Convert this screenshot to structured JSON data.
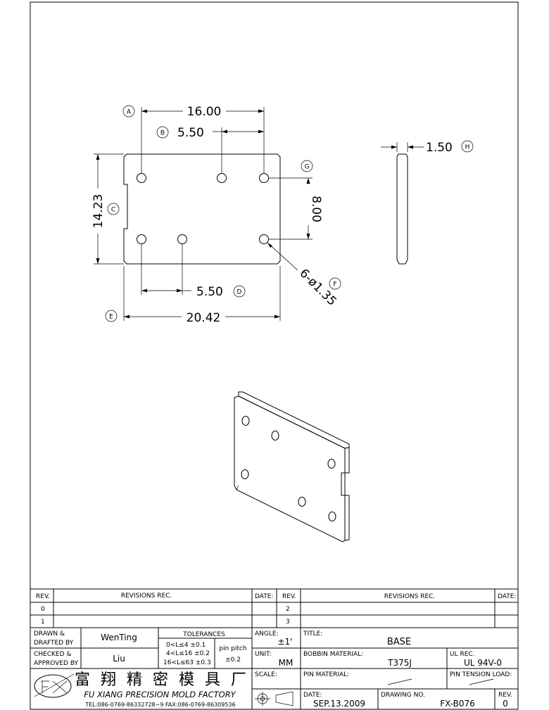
{
  "dimensions": {
    "top_width": "16.00",
    "pitch_top": "5.50",
    "height": "14.23",
    "pin_spacing_v": "8.00",
    "pitch_bottom": "5.50",
    "overall_width": "20.42",
    "thickness": "1.50",
    "holes": "6-ø1.35"
  },
  "callouts": {
    "a": "A",
    "b": "B",
    "c": "C",
    "d": "D",
    "e": "E",
    "f": "F",
    "g": "G",
    "h": "H"
  },
  "title_block": {
    "rev_header": "REV.",
    "revisions_header": "REVISIONS   REC.",
    "date_header": "DATE:",
    "rev_rows_left": [
      "0",
      "1"
    ],
    "rev_rows_right": [
      "2",
      "3"
    ],
    "drawn_label_1": "DRAWN  &",
    "drawn_label_2": "DRAFTED  BY",
    "drawn_by": "WenTing",
    "checked_label_1": "CHECKED  &",
    "checked_label_2": "APPROVED  BY",
    "checked_by": "Liu",
    "tolerances_label": "TOLERANCES",
    "tol_rows": [
      "0<L≤4   ±0.1",
      "4<L≤16  ±0.2",
      "16<L≤63 ±0.3"
    ],
    "pin_pitch_label": "pin  pitch",
    "pin_pitch_value": "±0.2",
    "angle_label": "ANGLE:",
    "angle_value": "±1'",
    "unit_label": "UNIT:",
    "unit_value": "MM",
    "scale_label": "SCALE:",
    "title_label": "TITLE:",
    "title_value": "BASE",
    "bobbin_label": "BOBBIN  MATERIAL:",
    "bobbin_value": "T375J",
    "ul_label": "UL  REC.",
    "ul_value": "UL  94V-0",
    "pin_material_label": "PIN  MATERIAL:",
    "pin_tension_label": "PIN  TENSION  LOAD:",
    "date_label": "DATE:",
    "date_value": "SEP.13.2009",
    "drawing_no_label": "DRAWING  NO.",
    "drawing_no_value": "FX-B076",
    "rev_label": "REV.",
    "rev_value": "0",
    "company_cn": "富 翔 精 密 模 具 厂",
    "company_en": "FU XIANG PRECISION MOLD FACTORY",
    "company_contact": "TEL:086-0769-86332728~9   FAX:086-0769-86309536"
  }
}
